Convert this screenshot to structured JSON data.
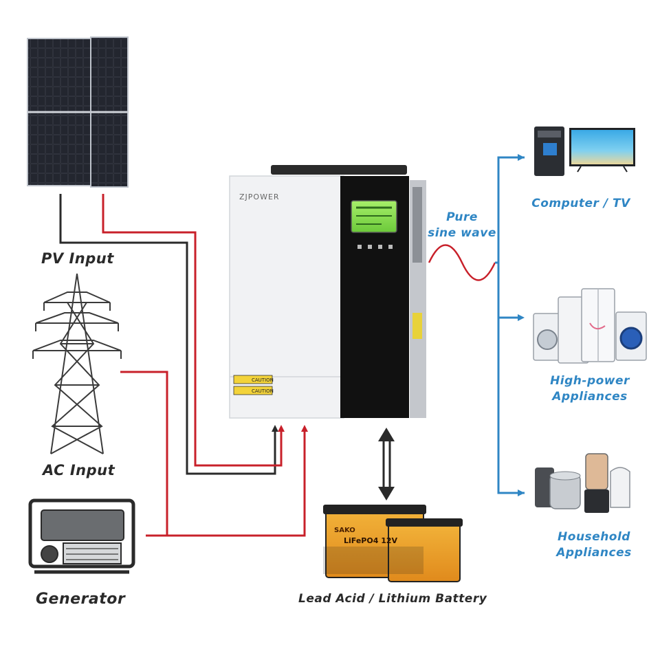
{
  "labels": {
    "pv_input": "PV Input",
    "ac_input": "AC Input",
    "generator": "Generator",
    "battery": "Lead Acid / Lithium Battery",
    "pure_sine_line1": "Pure",
    "pure_sine_line2": "sine wave",
    "computer_tv": "Computer / TV",
    "high_power_line1": "High-power",
    "high_power_line2": "Appliances",
    "household_line1": "Household",
    "household_line2": "Appliances"
  },
  "inverter": {
    "brand": "ZJPOWER",
    "caution_1": "CAUTION",
    "caution_2": "CAUTION",
    "battery_brand": "SAKO",
    "battery_model": "LiFePO4 12V"
  },
  "colors": {
    "pv_wire": "#c8202a",
    "ac_wire": "#c8202a",
    "neutral_wire": "#2a2a2a",
    "output_line": "#2f86c4",
    "sine_wave": "#c8202a",
    "label_dark": "#2a2a2a",
    "label_blue": "#2f86c4",
    "lcd": "#8ee04a"
  },
  "icons": [
    "solar-panel-icon",
    "transmission-tower-icon",
    "generator-icon",
    "inverter-icon",
    "battery-icon",
    "computer-icon",
    "tv-icon",
    "washing-machine-icon",
    "refrigerator-icon",
    "kitchen-appliance-icon"
  ]
}
